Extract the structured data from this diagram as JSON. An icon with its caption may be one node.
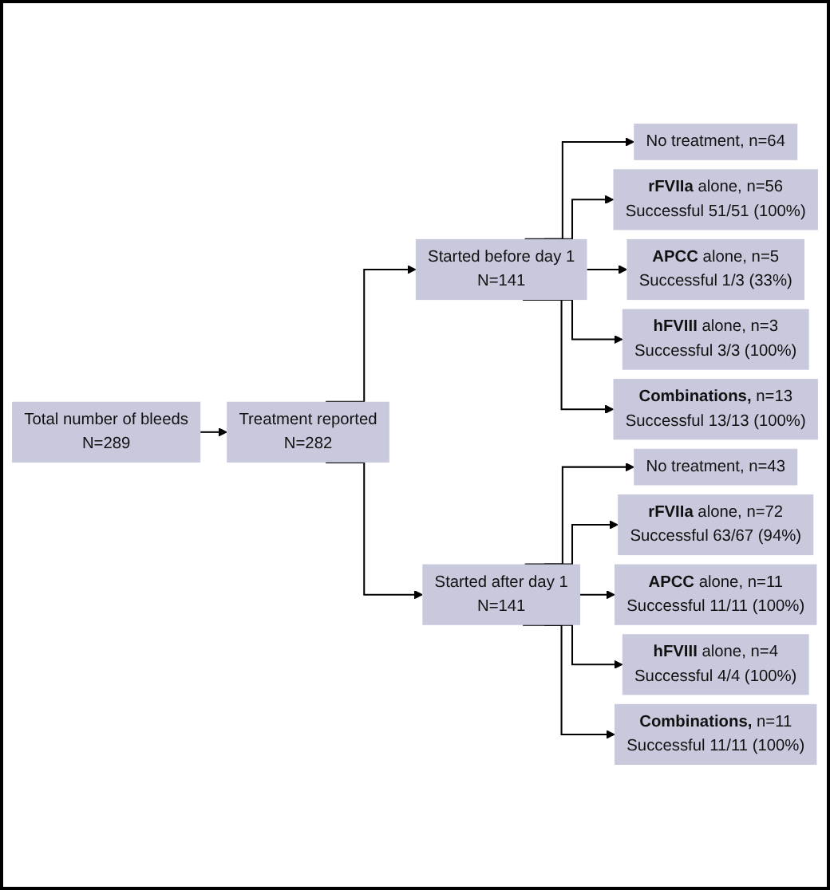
{
  "diagram": {
    "nodes": [
      {
        "text": [
          "Total number of bleeds",
          "N=289"
        ]
      },
      {
        "text": [
          "Treatment reported",
          "N=282"
        ]
      },
      {
        "text": [
          "Started before day 1",
          "N=141"
        ]
      },
      {
        "text": [
          "Started after day 1",
          "N=141"
        ]
      },
      {
        "text": [
          "No treatment, n=64"
        ]
      },
      {
        "text": [
          "**rFVIIa** alone, n=56",
          "Successful 51/51 (100%)"
        ]
      },
      {
        "text": [
          "**APCC** alone, n=5",
          "Successful 1/3 (33%)"
        ]
      },
      {
        "text": [
          "**hFVIII** alone, n=3",
          "Successful 3/3 (100%)"
        ]
      },
      {
        "text": [
          "**Combinations,** n=13",
          "Successful 13/13 (100%)"
        ]
      },
      {
        "text": [
          "No treatment, n=43"
        ]
      },
      {
        "text": [
          "**rFVIIa** alone, n=72",
          "Successful 63/67 (94%)"
        ]
      },
      {
        "text": [
          "**APCC** alone, n=11",
          "Successful 11/11 (100%)"
        ]
      },
      {
        "text": [
          "**hFVIII** alone, n=4",
          "Successful 4/4 (100%)"
        ]
      },
      {
        "text": [
          "**Combinations,** n=11",
          "Successful 11/11 (100%)"
        ]
      }
    ],
    "edges": [
      {
        "from": 0,
        "to": 1,
        "arrow": "to"
      },
      {
        "from": 1,
        "to": 2,
        "arrow": "to"
      },
      {
        "from": 1,
        "to": 3,
        "arrow": "to"
      },
      {
        "from": 2,
        "to": 4,
        "arrow": "to"
      },
      {
        "from": 2,
        "to": 5,
        "arrow": "to"
      },
      {
        "from": 2,
        "to": 6,
        "arrow": "to"
      },
      {
        "from": 2,
        "to": 7,
        "arrow": "to"
      },
      {
        "from": 2,
        "to": 8,
        "arrow": "to"
      },
      {
        "from": 3,
        "to": 9,
        "arrow": "to"
      },
      {
        "from": 3,
        "to": 10,
        "arrow": "to"
      },
      {
        "from": 3,
        "to": 11,
        "arrow": "to"
      },
      {
        "from": 3,
        "to": 12,
        "arrow": "to"
      },
      {
        "from": 3,
        "to": 13,
        "arrow": "to"
      }
    ]
  }
}
